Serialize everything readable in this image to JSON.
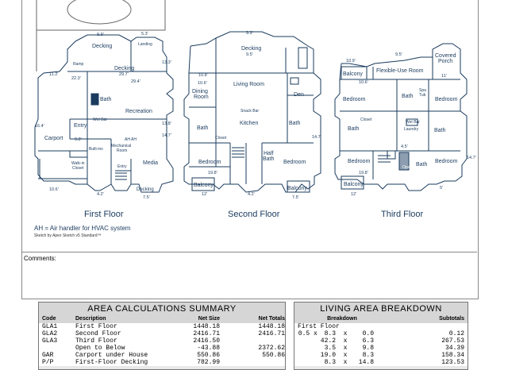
{
  "floors": {
    "first": "First Floor",
    "second": "Second Floor",
    "third": "Third Floor"
  },
  "rooms": {
    "f1_decking": "Decking",
    "f1_landing": "Landing",
    "f1_ramp": "Ramp",
    "f1_decking2": "Decking",
    "f1_bath": "Bath",
    "f1_recreation": "Recreation",
    "f1_wetbar": "Wet Bar",
    "f1_ahah": "AH AH",
    "f1_mech": "Mechanical",
    "f1_mech2": "Room",
    "f1_entry": "Entry",
    "f1_carport": "Carport",
    "f1_walkin": "Walk-in",
    "f1_closet": "Closet",
    "f1_builtins": "Built-ins",
    "f1_media": "Media",
    "f1_entry2": "Entry",
    "f1_decking3": "Decking",
    "f2_decking": "Decking",
    "f2_dining": "Dining",
    "f2_dining2": "Room",
    "f2_living": "Living Room",
    "f2_den": "Den",
    "f2_snackbar": "Snack Bar",
    "f2_kitchen": "Kitchen",
    "f2_bath": "Bath",
    "f2_bath2": "Bath",
    "f2_closet": "Closet",
    "f2_bedroom": "Bedroom",
    "f2_bedroom2": "Bedroom",
    "f2_halfbath": "Half",
    "f2_halfbath2": "Bath",
    "f2_balcony": "Balcony",
    "f2_balcony2": "Balcony",
    "f3_balcony": "Balcony",
    "f3_flex": "Flexible-Use Room",
    "f3_covered": "Covered",
    "f3_porch": "Porch",
    "f3_bedroom1": "Bedroom",
    "f3_bath1": "Bath",
    "f3_bedroom2": "Bedroom",
    "f3_spa": "Spa",
    "f3_tub": "Tub",
    "f3_closet": "Closet",
    "f3_wetbar": "Wet Bar",
    "f3_laundry": "Laundry",
    "f3_bath2": "Bath",
    "f3_bath3": "Bath",
    "f3_bedroom3": "Bedroom",
    "f3_bedroom4": "Bedroom",
    "f3_open": "Open",
    "f3_bath4": "Bath",
    "f3_balcony2": "Balcony"
  },
  "dims": {
    "d1": "9.9'",
    "d2": "5.3'",
    "d3": "11.2'",
    "d4": "22.3'",
    "d5": "29.7'",
    "d6": "29.4'",
    "d7": "13.3'",
    "d8": "16.4'",
    "d9": "9.2'",
    "d10": "10.6'",
    "d11": "14.7'",
    "d12": "13.8'",
    "d13": "7.5'",
    "d14": "4.2'",
    "d15": "9.9'",
    "d16": "9.5'",
    "d17": "10.8'",
    "d18": "10.6'",
    "d19": "19.8'",
    "d20": "12'",
    "d21": "14.7'",
    "d22": "7.5'",
    "d23": "4.2'",
    "d24": "10.9'",
    "d25": "9.5'",
    "d26": "10.6'",
    "d27": "11'",
    "d28": "19.8'",
    "d29": "12'",
    "d30": "4.5'",
    "d31": "14.7'",
    "d32": "5'"
  },
  "legend": "AH = Air handler for HVAC system",
  "credit": "Sketch by Apex Sketch v5 Standard™",
  "comments_label": "Comments:",
  "area_summary": {
    "title": "AREA CALCULATIONS SUMMARY",
    "headers": [
      "Code",
      "Description",
      "Net Size",
      "Net Totals"
    ],
    "rows": [
      [
        "GLA1",
        "First Floor",
        "1448.18",
        "1448.18"
      ],
      [
        "GLA2",
        "Second Floor",
        "2416.71",
        "2416.71"
      ],
      [
        "GLA3",
        "Third Floor",
        "2416.50",
        ""
      ],
      [
        "",
        "Open to Below",
        "-43.88",
        "2372.62"
      ],
      [
        "GAR",
        "Carport under House",
        "550.86",
        "550.86"
      ],
      [
        "P/P",
        "First-Floor Decking",
        "782.99",
        ""
      ]
    ]
  },
  "living_breakdown": {
    "title": "LIVING AREA BREAKDOWN",
    "headers": [
      "Breakdown",
      "Subtotals"
    ],
    "section": "First Floor",
    "rows": [
      [
        " 0.5 x",
        "  8.3  x    0.0",
        "0.12"
      ],
      [
        "",
        " 42.2  x    6.3",
        "267.53"
      ],
      [
        "",
        "  3.5  x    9.8",
        "34.39"
      ],
      [
        "",
        " 19.0  x    8.3",
        "158.34"
      ],
      [
        "",
        "  8.3  x   14.8",
        "123.53"
      ]
    ]
  }
}
